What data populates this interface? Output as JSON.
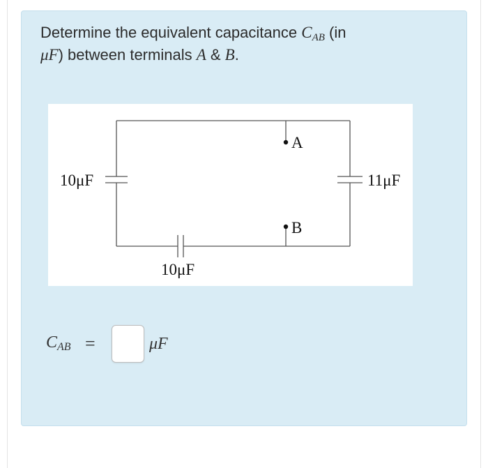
{
  "question": {
    "prefix": "Determine the equivalent capacitance ",
    "cab_symbol": "C",
    "cab_sub": "AB",
    "middle_1": " (in",
    "unit_symbol": "μF",
    "middle_2": ") between terminals ",
    "terminal_a": "A",
    "amp": " & ",
    "terminal_b": "B",
    "suffix": "."
  },
  "circuit": {
    "left_cap_label": "10μF",
    "right_cap_label": "11μF",
    "bottom_cap_label": "10μF",
    "terminal_a_label": "A",
    "terminal_b_label": "B"
  },
  "answer": {
    "lhs_symbol": "C",
    "lhs_sub": "AB",
    "equals": "=",
    "value": "",
    "placeholder": "",
    "unit": "μF"
  },
  "colors": {
    "panel_bg": "#d9ecf5",
    "panel_border": "#c4dfed",
    "wire": "#555555",
    "text": "#2b2b2b"
  }
}
